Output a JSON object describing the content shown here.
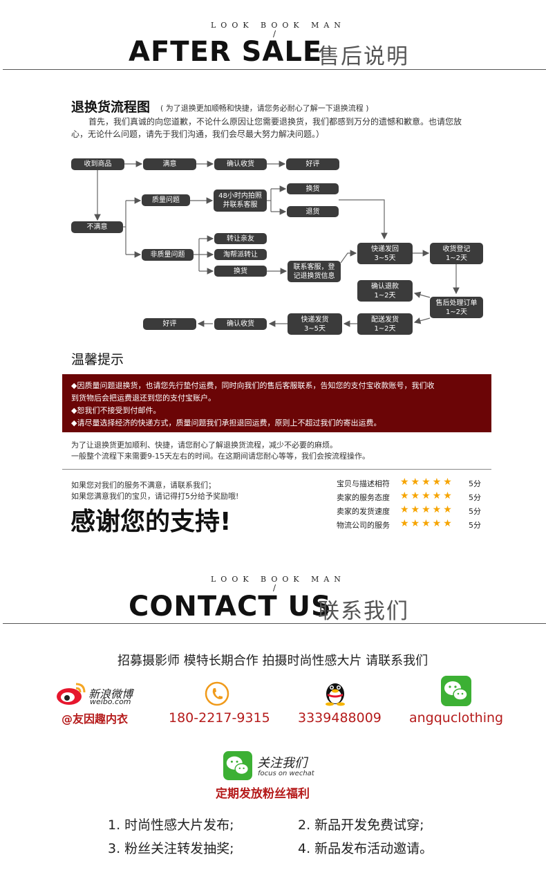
{
  "header1": {
    "lookbook": "LOOK BOOK MAN",
    "slash": "/",
    "title_en": "AFTER SALE",
    "title_cn": "售后说明"
  },
  "process": {
    "title": "退换货流程图",
    "subtitle": "( 为了退换更加顺畅和快捷，请您务必耐心了解一下退换流程 )",
    "intro_line1": "首先，我们真诚的向您道歉，不论什么原因让您需要退换货，我们都感到万分的遗憾和歉意。也请您放",
    "intro_line2": "心，无论什么问题，请先于我们沟通，我们会尽最大努力解决问题。）",
    "nodes": {
      "receive": "收到商品",
      "satisfied": "满意",
      "confirm1": "确认收货",
      "praise1": "好评",
      "unsatisfied": "不满意",
      "quality": "质量问题",
      "photo_l1": "48小时内拍照",
      "photo_l2": "并联系客服",
      "exchange1": "换货",
      "return1": "退货",
      "nonquality": "非质量问题",
      "transfer": "转让亲友",
      "taobao": "淘帮派转让",
      "exchange2": "换货",
      "contact_l1": "联系客服，登",
      "contact_l2": "记退换货信息",
      "express_send": "快递发回",
      "express_send_days": "3~5天",
      "receipt_reg": "收货登记",
      "receipt_reg_days": "1~2天",
      "confirm_refund": "确认退款",
      "confirm_refund_days": "1~2天",
      "aftersale_order": "售后处理订单",
      "aftersale_order_days": "1~2天",
      "deliver": "配送发货",
      "deliver_days": "1~2天",
      "express_ship": "快递发货",
      "express_ship_days": "3~5天",
      "confirm2": "确认收货",
      "praise2": "好评"
    }
  },
  "tips": {
    "title": "温馨提示",
    "line1": "◆因质量问题退换货，也请您先行垫付运费，同时向我们的售后客服联系，告知您的支付宝收款账号，我们收",
    "line2": "到货物后会把运费退还到您的支付宝账户。",
    "line3": "◆恕我们不接受到付邮件。",
    "line4": "◆请尽量选择经济的快递方式，质量问题我们承担退回运费，原则上不超过我们的寄出运费。",
    "note1": "为了让退换货更加顺利、快捷，请您耐心了解退换货流程，减少不必要的麻烦。",
    "note2": "一般整个流程下来需要9-15天左右的时间。在这期间请您耐心等等，我们会按流程操作。"
  },
  "thanks": {
    "line1": "如果您对我们的服务不满意，请联系我们；",
    "line2": "如果您满意我们的宝贝，请记得打5分给予奖励哦!",
    "big": "感谢您的支持!",
    "ratings": [
      {
        "label": "宝贝与描述相符",
        "stars": "★★★★★",
        "score": "5分"
      },
      {
        "label": "卖家的服务态度",
        "stars": "★★★★★",
        "score": "5分"
      },
      {
        "label": "卖家的发货速度",
        "stars": "★★★★★",
        "score": "5分"
      },
      {
        "label": "物流公司的服务",
        "stars": "★★★★★",
        "score": "5分"
      }
    ]
  },
  "header2": {
    "lookbook": "LOOK BOOK MAN",
    "slash": "/",
    "title_en": "CONTACT US",
    "title_cn": "联系我们"
  },
  "contact": {
    "recruit": "招募摄影师 模特长期合作 拍摄时尚性感大片 请联系我们",
    "weibo_cn": "新浪微博",
    "weibo_en": "weibo.com",
    "weibo_value": "@友因趣内衣",
    "phone_value": "180-2217-9315",
    "qq_value": "3339488009",
    "wechat_value": "angquclothing",
    "follow_cn": "关注我们",
    "follow_en": "focus on wechat",
    "welfare": "定期发放粉丝福利",
    "list": [
      "1. 时尚性感大片发布;",
      "2. 新品开发免费试穿;",
      "3. 粉丝关注转发抽奖;",
      "4. 新品发布活动邀请。"
    ],
    "colors": {
      "accent_red": "#b51b1b",
      "tips_bg": "#6b0506",
      "star": "#f6a400",
      "node": "#3b3b3b"
    }
  }
}
